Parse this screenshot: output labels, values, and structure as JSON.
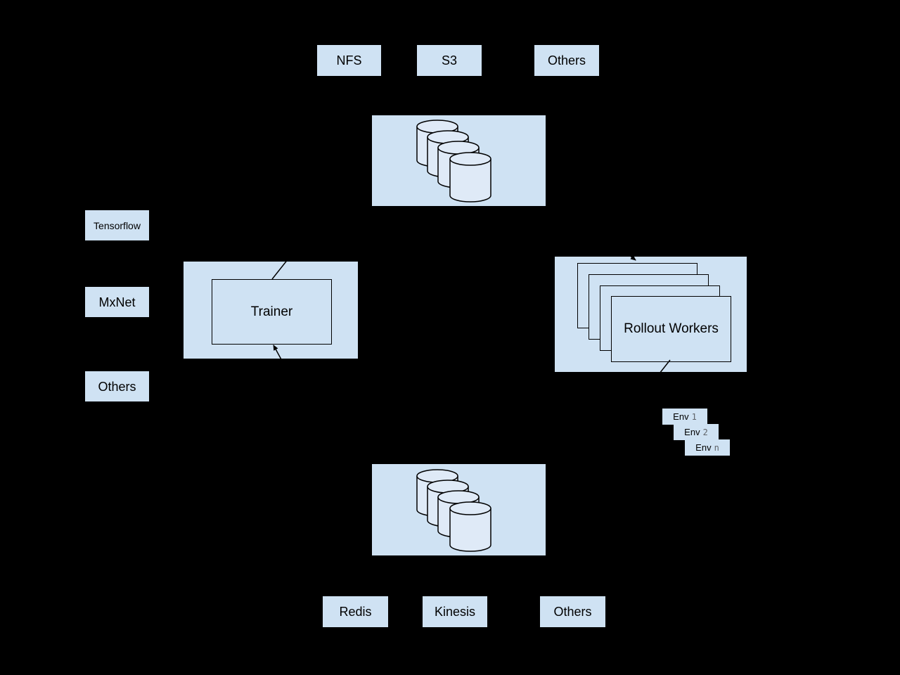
{
  "colors": {
    "background": "#000000",
    "box_fill": "#cfe2f3",
    "cylinder_fill": "#dfeaf7",
    "stroke": "#000000",
    "text": "#000000",
    "env_index_text": "#5f6368"
  },
  "top_row": {
    "items": [
      {
        "label": "NFS"
      },
      {
        "label": "S3"
      },
      {
        "label": "Others"
      }
    ]
  },
  "top_storage": {
    "icon": "database-cylinders-icon",
    "cylinder_count": 4
  },
  "frameworks_column": {
    "items": [
      {
        "label": "Tensorflow"
      },
      {
        "label": "MxNet"
      },
      {
        "label": "Others"
      }
    ]
  },
  "trainer": {
    "label": "Trainer"
  },
  "rollout_workers": {
    "label": "Rollout Workers",
    "card_count": 4
  },
  "environments": {
    "items": [
      {
        "prefix": "Env",
        "index": "1"
      },
      {
        "prefix": "Env",
        "index": "2"
      },
      {
        "prefix": "Env",
        "index": "n"
      }
    ]
  },
  "bottom_storage": {
    "icon": "database-cylinders-icon",
    "cylinder_count": 4
  },
  "bottom_row": {
    "items": [
      {
        "label": "Redis"
      },
      {
        "label": "Kinesis"
      },
      {
        "label": "Others"
      }
    ]
  }
}
